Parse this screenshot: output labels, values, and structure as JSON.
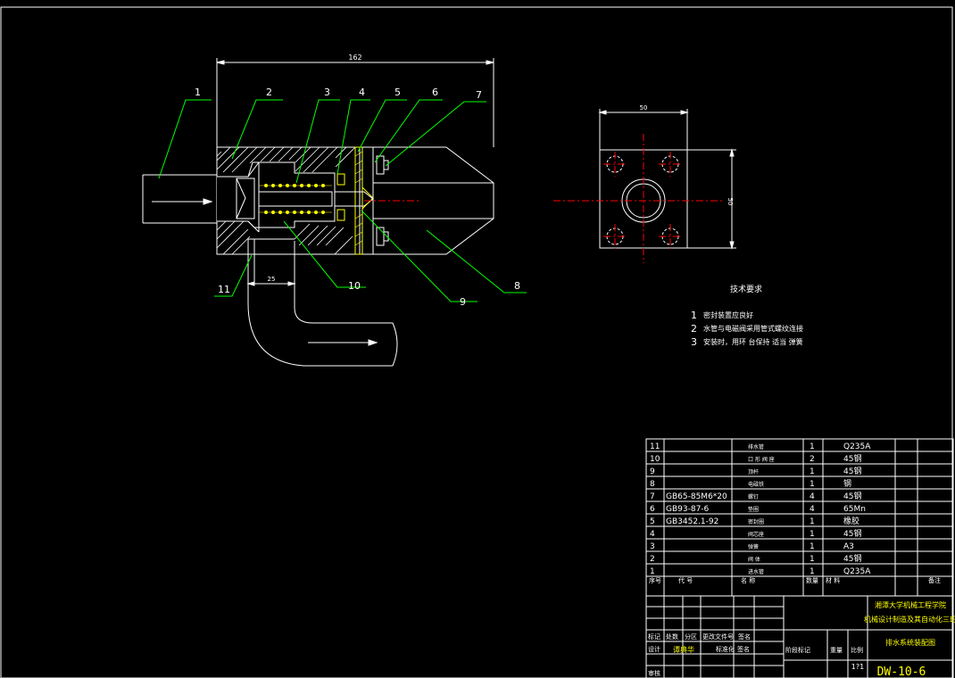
{
  "colors": {
    "background": "#000000",
    "outline": "#ffffff",
    "leader": "#00ff00",
    "centerline": "#ff0000",
    "spring": "#ffff00",
    "title_text": "#ffff00"
  },
  "section_view": {
    "overall_dim": "162",
    "pipe_gap_dim": "25",
    "callouts": [
      "1",
      "2",
      "3",
      "4",
      "5",
      "6",
      "7",
      "8",
      "9",
      "10",
      "11"
    ]
  },
  "side_view": {
    "width_dim": "50",
    "height_dim": "50"
  },
  "tech_requirements": {
    "title": "技术要求",
    "items": [
      {
        "num": "1",
        "text": "密封装置应良好"
      },
      {
        "num": "2",
        "text": "水管与电磁阀采用管式螺纹连接"
      },
      {
        "num": "3",
        "text": "安装时，用环 台保持 适当 弹簧"
      }
    ]
  },
  "parts_list": {
    "rows": [
      {
        "no": "11",
        "code": "",
        "name": "排水管",
        "qty": "1",
        "material": "Q235A"
      },
      {
        "no": "10",
        "code": "",
        "name": "口 形 阀 座",
        "qty": "2",
        "material": "45钢"
      },
      {
        "no": "9",
        "code": "",
        "name": "顶杆",
        "qty": "1",
        "material": "45钢"
      },
      {
        "no": "8",
        "code": "",
        "name": "电磁铁",
        "qty": "1",
        "material": "钢"
      },
      {
        "no": "7",
        "code": "GB65-85M6*20",
        "name": "螺钉",
        "qty": "4",
        "material": "45钢"
      },
      {
        "no": "6",
        "code": "GB93-87-6",
        "name": "垫圈",
        "qty": "4",
        "material": "65Mn"
      },
      {
        "no": "5",
        "code": "GB3452.1-92",
        "name": "密封圈",
        "qty": "1",
        "material": "橡胶"
      },
      {
        "no": "4",
        "code": "",
        "name": "阀芯座",
        "qty": "1",
        "material": "45钢"
      },
      {
        "no": "3",
        "code": "",
        "name": "弹簧",
        "qty": "1",
        "material": "A3"
      },
      {
        "no": "2",
        "code": "",
        "name": "阀 体",
        "qty": "1",
        "material": "45钢"
      },
      {
        "no": "1",
        "code": "",
        "name": "进水管",
        "qty": "1",
        "material": "Q235A"
      }
    ],
    "header": {
      "no": "序号",
      "code": "代 号",
      "name": "名 称",
      "qty": "数量",
      "material": "材 料",
      "remark": "备注"
    }
  },
  "title_block": {
    "school": "湘潭大学机械工程学院",
    "class": "机械设计制造及其自动化三班",
    "drawing_name": "排水系统装配图",
    "drawing_number": "DW-10-6",
    "scale": "1?1",
    "designer": "谭典华",
    "labels": {
      "mark": "标记",
      "count": "处数",
      "zone": "分区",
      "change_doc": "更改文件号",
      "sign": "签名",
      "design": "设计",
      "standardize": "标准化",
      "stage_mark": "阶段标记",
      "weight": "重量",
      "ratio": "比例",
      "review": "审核"
    }
  }
}
